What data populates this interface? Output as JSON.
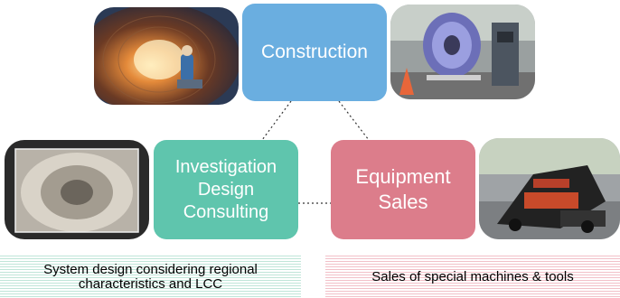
{
  "nodes": {
    "construction": {
      "label": "Construction"
    },
    "investigation": {
      "line1": "Investigation",
      "line2": "Design",
      "line3": "Consulting"
    },
    "equipment": {
      "line1": "Equipment",
      "line2": "Sales"
    }
  },
  "captions": {
    "investigation": {
      "line1": "System design considering regional",
      "line2": "characteristics and LCC"
    },
    "equipment": {
      "line1": "Sales of special machines & tools"
    }
  },
  "colors": {
    "construction": "#6aaee0",
    "investigation": "#5fc5ad",
    "equipment": "#dc7d8b",
    "caption_green": "#bfe5d8",
    "caption_pink": "#f2c0c8"
  },
  "photos": [
    {
      "name": "pipe-interior-worker-photo"
    },
    {
      "name": "cable-reel-machine-photo"
    },
    {
      "name": "pipe-inspection-photo"
    },
    {
      "name": "drilling-rig-photo"
    }
  ]
}
